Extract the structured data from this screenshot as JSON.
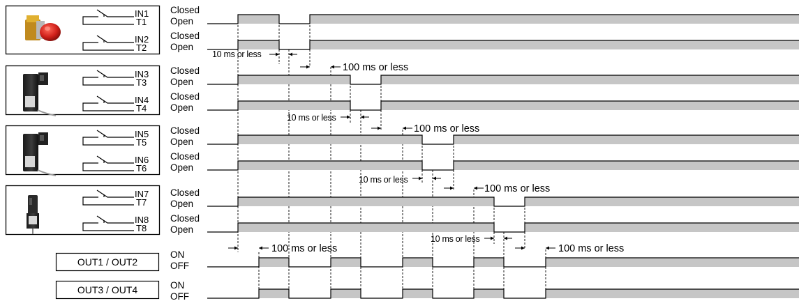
{
  "colors": {
    "fill": "#c6c6c6",
    "line": "#000000",
    "background": "#ffffff"
  },
  "state_labels": {
    "closed": "Closed",
    "open": "Open",
    "on": "ON",
    "off": "OFF"
  },
  "devices": [
    {
      "icon": "emergency-stop-switch-icon",
      "channels": [
        {
          "in": "IN1",
          "t": "T1"
        },
        {
          "in": "IN2",
          "t": "T2"
        }
      ]
    },
    {
      "icon": "door-switch-icon",
      "channels": [
        {
          "in": "IN3",
          "t": "T3"
        },
        {
          "in": "IN4",
          "t": "T4"
        }
      ]
    },
    {
      "icon": "door-switch-icon",
      "channels": [
        {
          "in": "IN5",
          "t": "T5"
        },
        {
          "in": "IN6",
          "t": "T6"
        }
      ]
    },
    {
      "icon": "door-switch-icon",
      "channels": [
        {
          "in": "IN7",
          "t": "T7"
        },
        {
          "in": "IN8",
          "t": "T8"
        }
      ]
    }
  ],
  "outputs": [
    {
      "label": "OUT1 / OUT2"
    },
    {
      "label": "OUT3 / OUT4"
    }
  ],
  "timing_labels": [
    {
      "text": "10 ms or less"
    },
    {
      "text": "100 ms or less"
    },
    {
      "text": "10 ms or less"
    },
    {
      "text": "100 ms or less"
    },
    {
      "text": "10 ms or less"
    },
    {
      "text": "100 ms or less"
    },
    {
      "text": "10 ms or less"
    },
    {
      "text": "100 ms or less"
    },
    {
      "text": "100 ms or less"
    }
  ]
}
